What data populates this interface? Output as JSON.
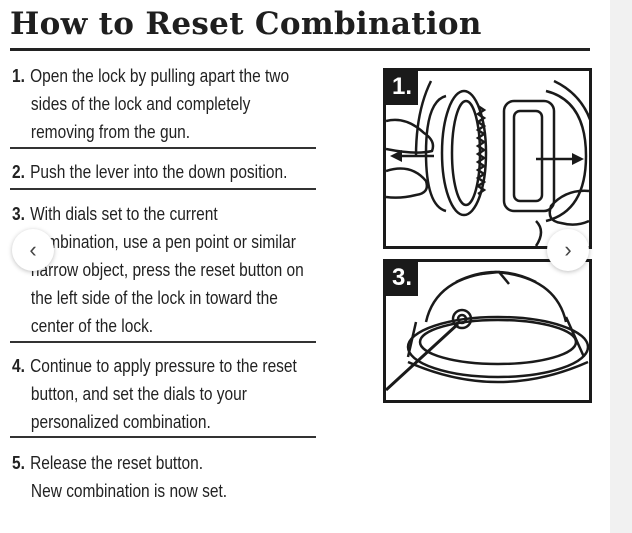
{
  "title": "How to Reset Combination",
  "steps": [
    {
      "num": "1.",
      "lines": [
        "Open the lock by pulling apart the two",
        "sides of the lock and completely",
        "removing from the gun."
      ]
    },
    {
      "num": "2.",
      "lines": [
        "Push the lever into the down position."
      ]
    },
    {
      "num": "3.",
      "lines": [
        "With dials set to the current",
        "combination, use a pen point or similar",
        "narrow object, press the reset button on",
        "the left side of the lock in toward the",
        "center of the lock."
      ]
    },
    {
      "num": "4.",
      "lines": [
        "Continue to apply pressure to the reset",
        "button, and set the dials to your",
        "personalized combination."
      ]
    },
    {
      "num": "5.",
      "lines": [
        "Release the reset button.",
        "New combination is now set."
      ]
    }
  ],
  "panels": [
    {
      "badge": "1.",
      "icon": "lock-pull-apart-illustration"
    },
    {
      "badge": "3.",
      "icon": "reset-button-press-illustration"
    }
  ],
  "nav": {
    "prev": "‹",
    "next": "›"
  }
}
